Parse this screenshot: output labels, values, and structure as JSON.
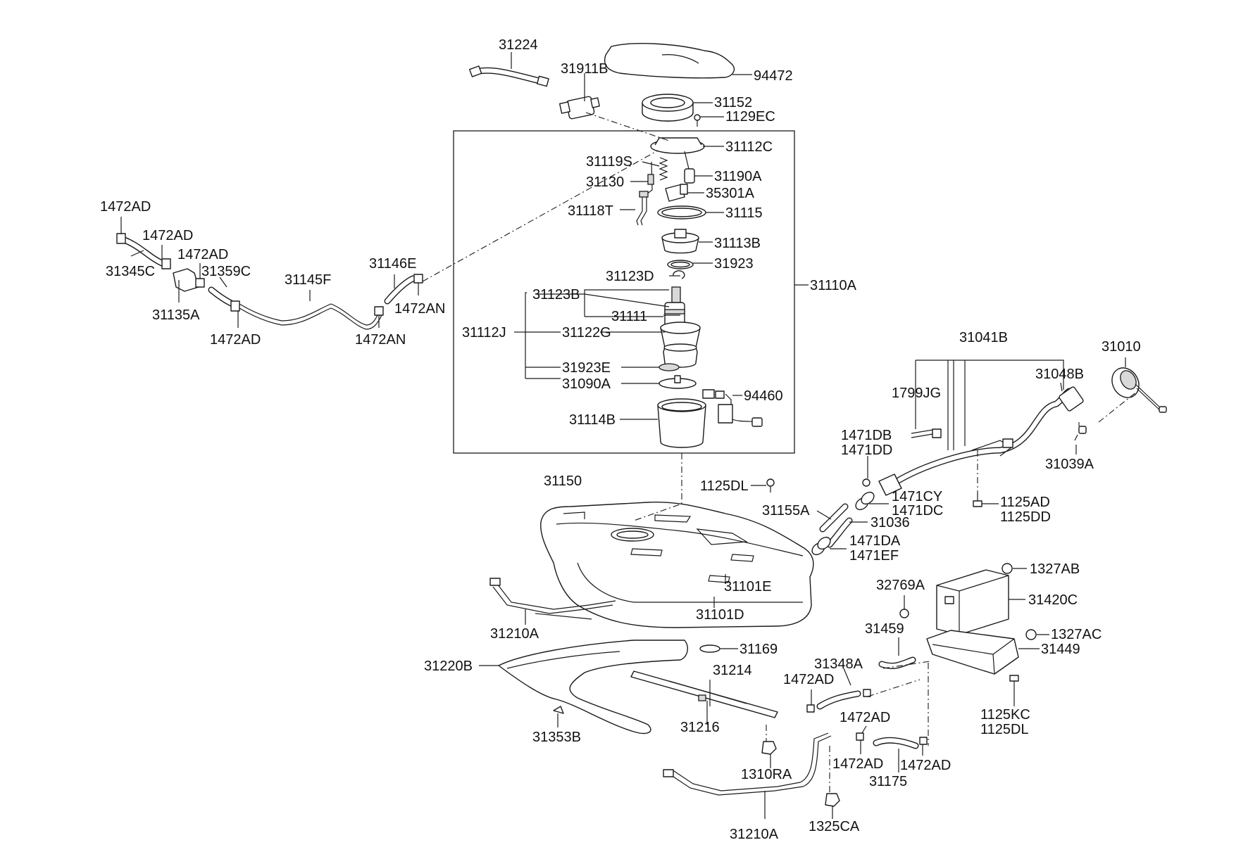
{
  "labels": {
    "p31224": "31224",
    "p94472": "94472",
    "p31911B": "31911B",
    "p31152": "31152",
    "p1129EC": "1129EC",
    "p31112C": "31112C",
    "p31119S": "31119S",
    "p31190A": "31190A",
    "p31130": "31130",
    "p35301A": "35301A",
    "p31118T": "31118T",
    "p31115": "31115",
    "p31113B": "31113B",
    "p31923": "31923",
    "p31123D": "31123D",
    "p31123B": "31123B",
    "p31111": "31111",
    "p31110A": "31110A",
    "p31112J": "31112J",
    "p31122G": "31122G",
    "p31923E": "31923E",
    "p31090A": "31090A",
    "p94460": "94460",
    "p31114B": "31114B",
    "p1472AD_a": "1472AD",
    "p1472AD_b": "1472AD",
    "p1472AD_c": "1472AD",
    "p31345C": "31345C",
    "p31359C": "31359C",
    "p31145F": "31145F",
    "p31146E": "31146E",
    "p31135A": "31135A",
    "p1472AN_a": "1472AN",
    "p1472AD_d": "1472AD",
    "p1472AN_b": "1472AN",
    "p31041B": "31041B",
    "p31010": "31010",
    "p31048B": "31048B",
    "p1799JG": "1799JG",
    "p1471DB": "1471DB",
    "p1471DD": "1471DD",
    "p31039A": "31039A",
    "p31150": "31150",
    "p1125DL_a": "1125DL",
    "p31155A": "31155A",
    "p1471CY": "1471CY",
    "p1471DC": "1471DC",
    "p1125AD": "1125AD",
    "p1125DD": "1125DD",
    "p31036": "31036",
    "p1471DA": "1471DA",
    "p1471EF": "1471EF",
    "p1327AB": "1327AB",
    "p31101E": "31101E",
    "p32769A": "32769A",
    "p31420C": "31420C",
    "p31101D": "31101D",
    "p31210A_a": "31210A",
    "p31459": "31459",
    "p1327AC": "1327AC",
    "p31169": "31169",
    "p31449": "31449",
    "p31220B": "31220B",
    "p31214": "31214",
    "p31348A": "31348A",
    "p1472AD_e": "1472AD",
    "p1125KC": "1125KC",
    "p1125DL_b": "1125DL",
    "p1472AD_f": "1472AD",
    "p31216": "31216",
    "p31353B": "31353B",
    "p1472AD_g": "1472AD",
    "p1472AD_h": "1472AD",
    "p1310RA": "1310RA",
    "p31175": "31175",
    "p1325CA": "1325CA",
    "p31210A_b": "31210A"
  }
}
